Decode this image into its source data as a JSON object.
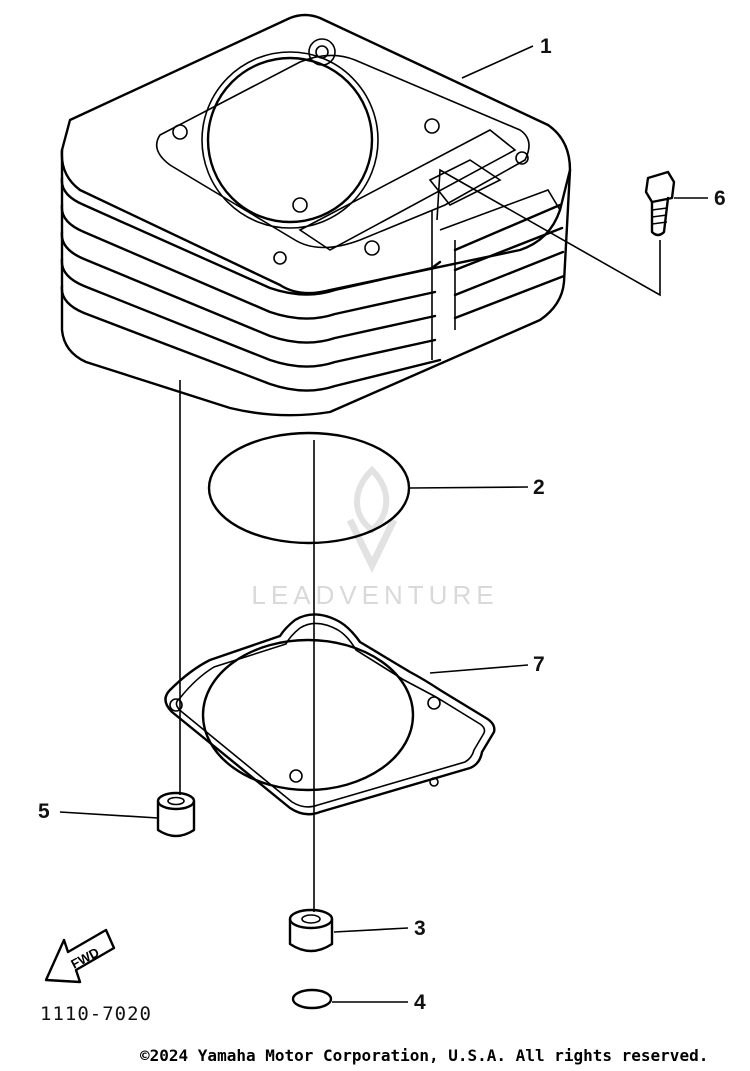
{
  "callouts": [
    {
      "id": "1",
      "label": "1"
    },
    {
      "id": "2",
      "label": "2"
    },
    {
      "id": "3",
      "label": "3"
    },
    {
      "id": "4",
      "label": "4"
    },
    {
      "id": "5",
      "label": "5"
    },
    {
      "id": "6",
      "label": "6"
    },
    {
      "id": "7",
      "label": "7"
    }
  ],
  "fwd_label": "FWD",
  "diagram_code": "1110-7020",
  "watermark": "LEADVENTURE",
  "copyright": "©2024 Yamaha Motor Corporation, U.S.A. All rights reserved."
}
